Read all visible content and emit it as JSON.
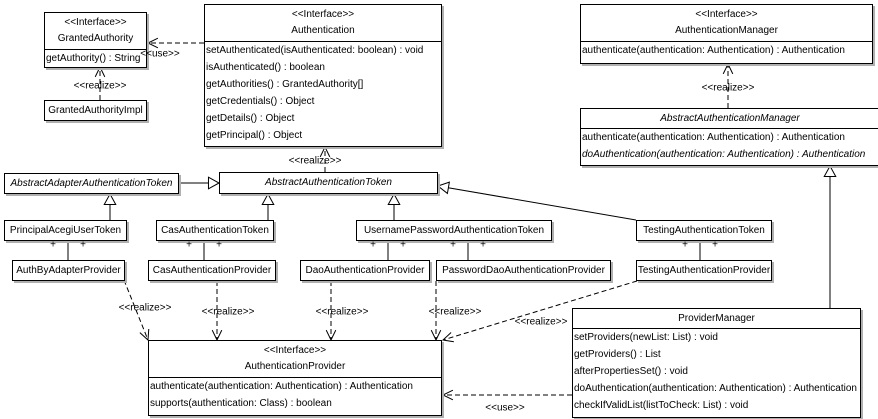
{
  "classes": {
    "granted_authority": {
      "stereotype": "<<Interface>>",
      "name": "GrantedAuthority",
      "methods": [
        {
          "text": "getAuthority() : String"
        }
      ]
    },
    "granted_authority_impl": {
      "name": "GrantedAuthorityImpl",
      "methods": []
    },
    "authentication": {
      "stereotype": "<<Interface>>",
      "name": "Authentication",
      "methods": [
        {
          "text": "setAuthenticated(isAuthenticated: boolean) : void"
        },
        {
          "text": "isAuthenticated() : boolean"
        },
        {
          "text": "getAuthorities() : GrantedAuthority[]"
        },
        {
          "text": "getCredentials() : Object"
        },
        {
          "text": "getDetails() : Object"
        },
        {
          "text": "getPrincipal() : Object"
        }
      ]
    },
    "authentication_manager": {
      "stereotype": "<<Interface>>",
      "name": "AuthenticationManager",
      "methods": [
        {
          "text": "authenticate(authentication: Authentication) : Authentication"
        }
      ]
    },
    "abstract_authentication_manager": {
      "name": "AbstractAuthenticationManager",
      "abstract": true,
      "methods": [
        {
          "text": "authenticate(authentication: Authentication) : Authentication"
        },
        {
          "text": "doAuthentication(authentication: Authentication) : Authentication",
          "abstract": true
        }
      ]
    },
    "abstract_adapter_authentication_token": {
      "name": "AbstractAdapterAuthenticationToken",
      "abstract": true,
      "methods": []
    },
    "abstract_authentication_token": {
      "name": "AbstractAuthenticationToken",
      "abstract": true,
      "methods": []
    },
    "principal_acegi_user_token": {
      "name": "PrincipalAcegiUserToken",
      "methods": []
    },
    "cas_authentication_token": {
      "name": "CasAuthenticationToken",
      "methods": []
    },
    "username_password_authentication_token": {
      "name": "UsernamePasswordAuthenticationToken",
      "methods": []
    },
    "testing_authentication_token": {
      "name": "TestingAuthenticationToken",
      "methods": []
    },
    "auth_by_adapter_provider": {
      "name": "AuthByAdapterProvider",
      "methods": []
    },
    "cas_authentication_provider": {
      "name": "CasAuthenticationProvider",
      "methods": []
    },
    "dao_authentication_provider": {
      "name": "DaoAuthenticationProvider",
      "methods": []
    },
    "password_dao_authentication_provider": {
      "name": "PasswordDaoAuthenticationProvider",
      "methods": []
    },
    "testing_authentication_provider": {
      "name": "TestingAuthenticationProvider",
      "methods": []
    },
    "authentication_provider": {
      "stereotype": "<<Interface>>",
      "name": "AuthenticationProvider",
      "methods": [
        {
          "text": "authenticate(authentication: Authentication) : Authentication"
        },
        {
          "text": "supports(authentication: Class) : boolean"
        }
      ]
    },
    "provider_manager": {
      "name": "ProviderManager",
      "methods": [
        {
          "text": "setProviders(newList: List) : void"
        },
        {
          "text": "getProviders() : List"
        },
        {
          "text": "afterPropertiesSet() : void"
        },
        {
          "text": "doAuthentication(authentication: Authentication) : Authentication"
        },
        {
          "text": "checkIfValidList(listToCheck: List) : void"
        }
      ]
    }
  },
  "labels": {
    "use": "<<use>>",
    "realize": "<<realize>>",
    "multiplicity": "+"
  }
}
